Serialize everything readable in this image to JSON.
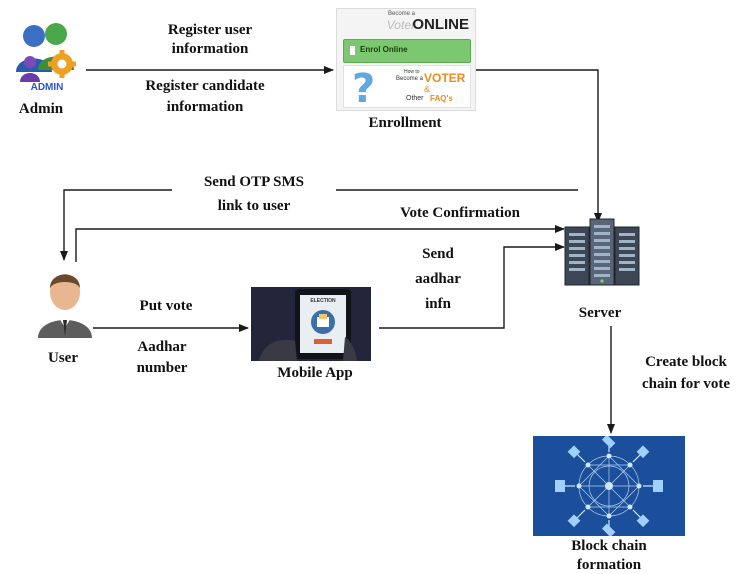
{
  "nodes": {
    "admin": {
      "label": "Admin",
      "badge": "ADMIN",
      "icon": "admin-users-icon"
    },
    "enrollment": {
      "label": "Enrollment",
      "tile": {
        "become_prefix": "Become a",
        "brand_voter": "Voter",
        "brand_online": "ONLINE",
        "enrol_button": "Enrol Online",
        "howto_prefix": "How to",
        "howto_line": "Become a",
        "voter_word": "VOTER",
        "amp": "&",
        "faq_prefix": "Other",
        "faq_word": "FAQ's"
      }
    },
    "user": {
      "label": "User",
      "icon": "user-icon"
    },
    "mobile_app": {
      "label": "Mobile App",
      "screen_title": "ELECTION",
      "icon": "tablet-ballot-icon"
    },
    "server": {
      "label": "Server",
      "icon": "server-rack-icon"
    },
    "blockchain": {
      "label_line1": "Block chain",
      "label_line2": "formation",
      "icon": "blockchain-network-icon"
    }
  },
  "edges": {
    "admin_to_enrollment": {
      "label_top_line1": "Register user",
      "label_top_line2": "information",
      "label_bottom_line1": "Register candidate",
      "label_bottom_line2": "information"
    },
    "server_to_user_otp": {
      "label_line1": "Send OTP SMS",
      "label_line2": "link to user"
    },
    "server_to_user_confirm": {
      "label": "Vote Confirmation"
    },
    "user_to_app": {
      "label_top": "Put vote",
      "label_bottom_line1": "Aadhar",
      "label_bottom_line2": "number"
    },
    "app_to_server": {
      "label_line1": "Send",
      "label_line2": "aadhar",
      "label_line3": "infn"
    },
    "server_to_blockchain": {
      "label_line1": "Create block",
      "label_line2": "chain for vote"
    }
  },
  "colors": {
    "line": "#1a1a1a",
    "enrol_green": "#7cc870",
    "voter_orange": "#f08a1c",
    "question_blue": "#5fa8e0",
    "tablet_bg": "#23263a",
    "blockchain_bg": "#1b4f9c",
    "blockchain_node": "#cfe6ff"
  }
}
